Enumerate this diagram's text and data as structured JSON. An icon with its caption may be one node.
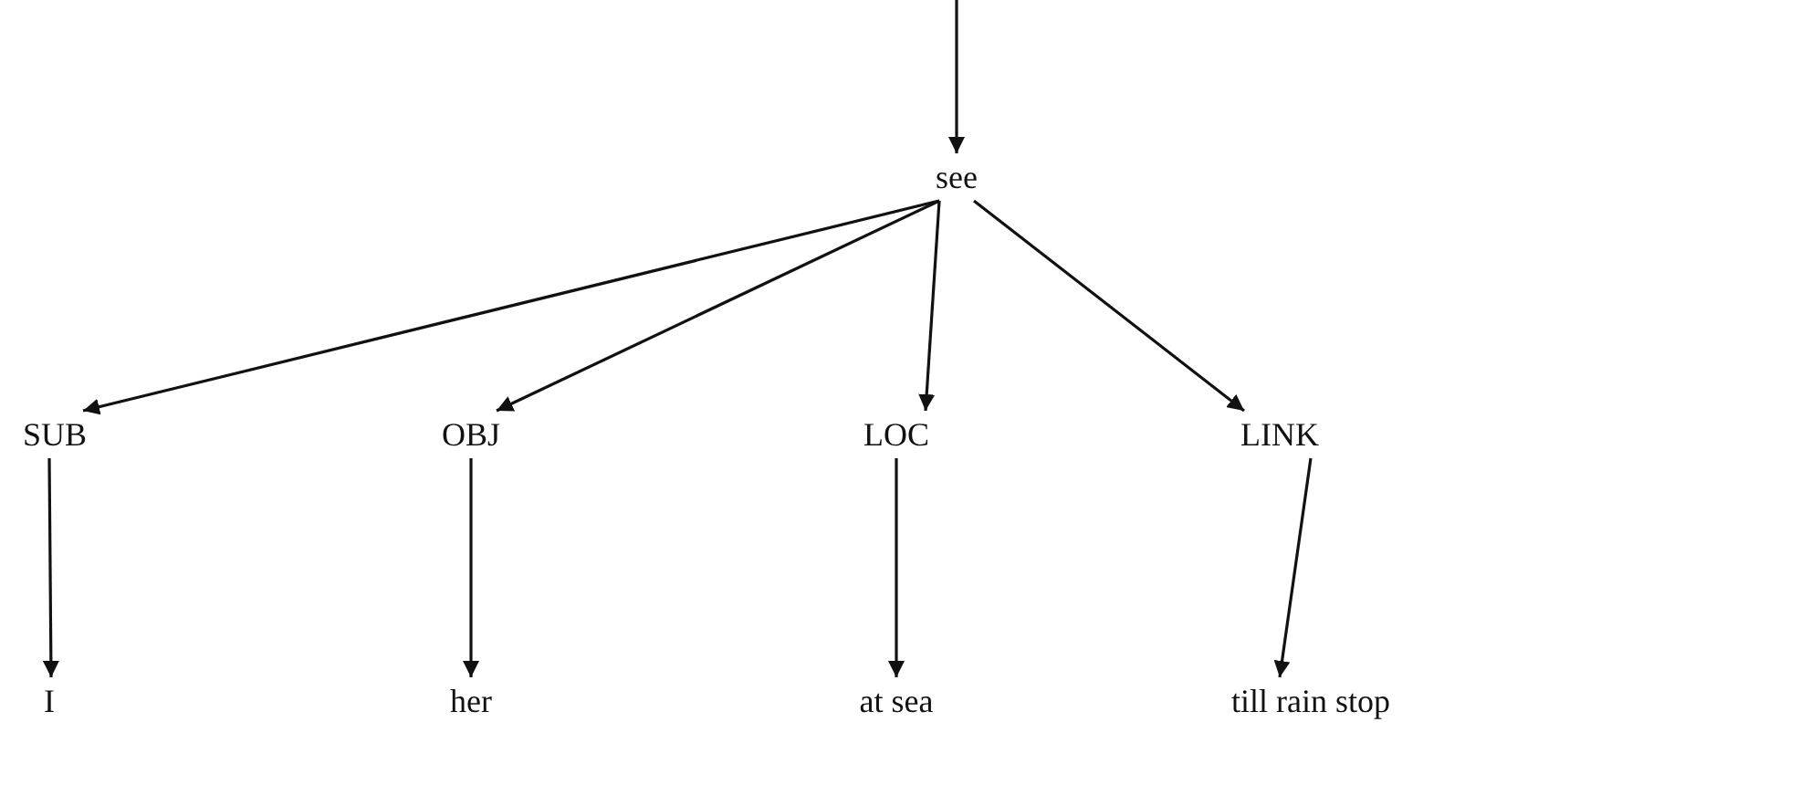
{
  "diagram": {
    "nodes": [
      {
        "text": [
          "see"
        ]
      },
      {
        "text": [
          "SUB"
        ]
      },
      {
        "text": [
          "OBJ"
        ]
      },
      {
        "text": [
          "LOC"
        ]
      },
      {
        "text": [
          "LINK"
        ]
      },
      {
        "text": [
          "I"
        ]
      },
      {
        "text": [
          "her"
        ]
      },
      {
        "text": [
          "at sea"
        ]
      },
      {
        "text": [
          "till rain stop"
        ]
      }
    ],
    "edges": [
      {
        "from": null,
        "to": 0,
        "arrow": "to"
      },
      {
        "from": 0,
        "to": 1,
        "arrow": "to"
      },
      {
        "from": 0,
        "to": 2,
        "arrow": "to"
      },
      {
        "from": 0,
        "to": 3,
        "arrow": "to"
      },
      {
        "from": 0,
        "to": 4,
        "arrow": "to"
      },
      {
        "from": 1,
        "to": 5,
        "arrow": "to"
      },
      {
        "from": 2,
        "to": 6,
        "arrow": "to"
      },
      {
        "from": 3,
        "to": 7,
        "arrow": "to"
      },
      {
        "from": 4,
        "to": 8,
        "arrow": "to"
      }
    ]
  }
}
